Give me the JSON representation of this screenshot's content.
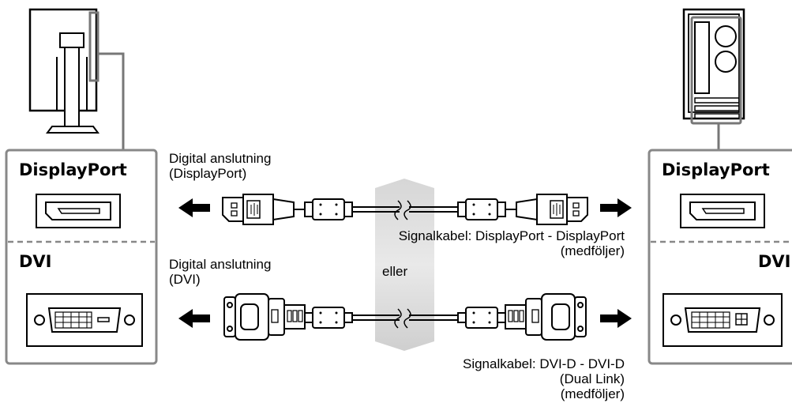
{
  "left_panel": {
    "top_label": "DisplayPort",
    "bottom_label": "DVI"
  },
  "right_panel": {
    "top_label": "DisplayPort",
    "bottom_label": "DVI"
  },
  "connection_dp": {
    "label_line1": "Digital anslutning",
    "label_line2": "(DisplayPort)",
    "cable_line1": "Signalkabel: DisplayPort - DisplayPort",
    "cable_line2": "(medföljer)"
  },
  "separator": "eller",
  "connection_dvi": {
    "label_line1": "Digital anslutning",
    "label_line2": "(DVI)",
    "cable_line1": "Signalkabel: DVI-D - DVI-D",
    "cable_line2": "(Dual Link)",
    "cable_line3": "(medföljer)"
  }
}
